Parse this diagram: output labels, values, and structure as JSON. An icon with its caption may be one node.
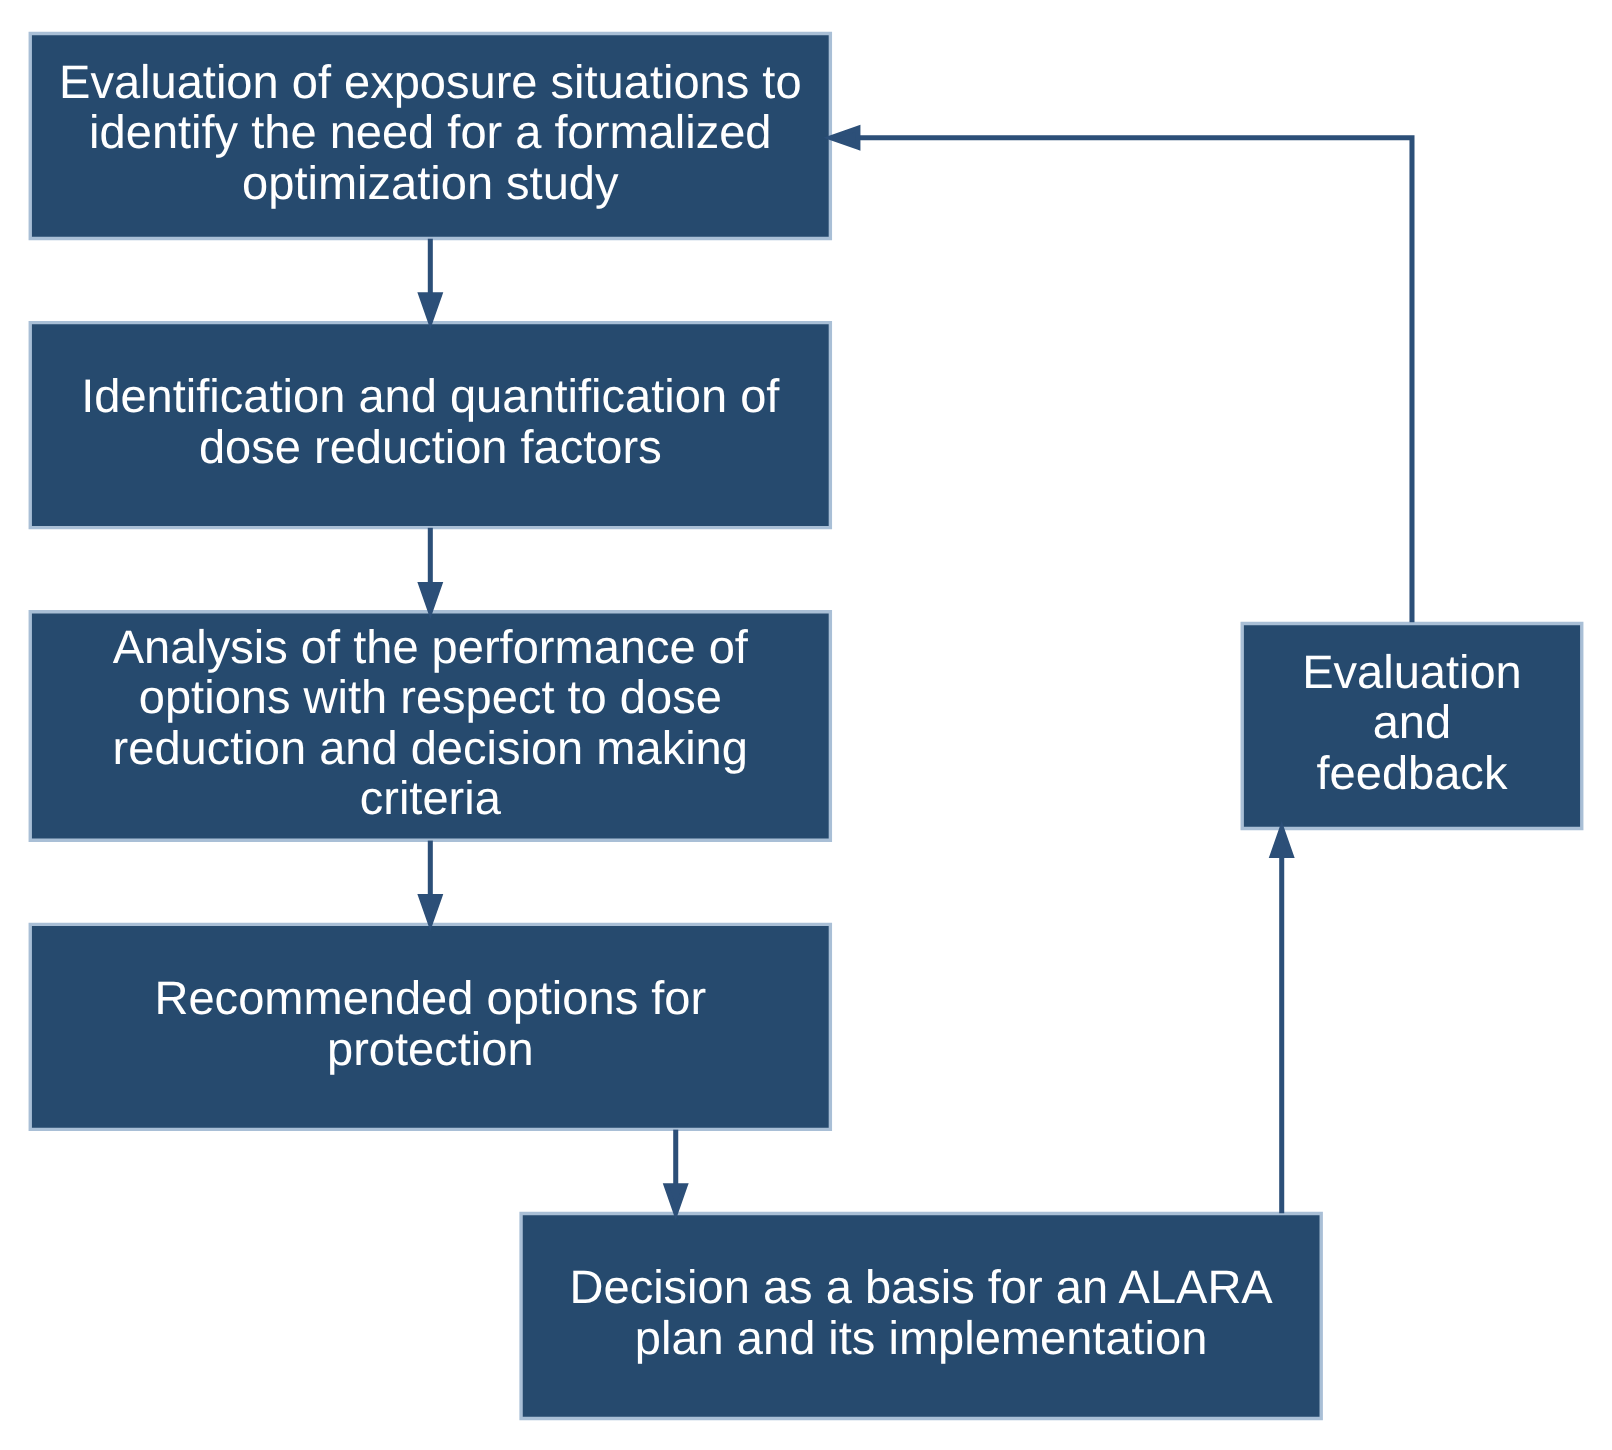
{
  "diagram": {
    "nodes": [
      {
        "text": [
          "Evaluation of exposure situations to identify the need for a formalized optimization study"
        ]
      },
      {
        "text": [
          "Identification and quantification of dose reduction factors"
        ]
      },
      {
        "text": [
          "Analysis of the performance of options with respect to dose reduction and decision making criteria"
        ]
      },
      {
        "text": [
          "Recommended options for protection"
        ]
      },
      {
        "text": [
          "Decision as a basis for an ALARA plan and its implementation"
        ]
      },
      {
        "text": [
          "Evaluation and feedback"
        ]
      }
    ],
    "edges": [
      {
        "from": 0,
        "to": 1,
        "arrow": "to"
      },
      {
        "from": 1,
        "to": 2,
        "arrow": "to"
      },
      {
        "from": 2,
        "to": 3,
        "arrow": "to"
      },
      {
        "from": 3,
        "to": 4,
        "arrow": "to"
      },
      {
        "from": 4,
        "to": 5,
        "arrow": "to"
      },
      {
        "from": 5,
        "to": 0,
        "arrow": "to"
      }
    ]
  }
}
